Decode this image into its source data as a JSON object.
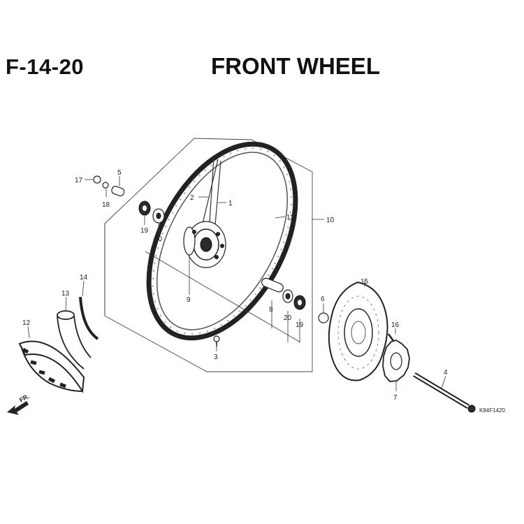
{
  "header": {
    "page_code": "F-14-20",
    "title": "FRONT WHEEL"
  },
  "callouts": [
    {
      "id": "17",
      "text": "17"
    },
    {
      "id": "5",
      "text": "5"
    },
    {
      "id": "18",
      "text": "18"
    },
    {
      "id": "2",
      "text": "2"
    },
    {
      "id": "1",
      "text": "1"
    },
    {
      "id": "11",
      "text": "11"
    },
    {
      "id": "10",
      "text": "10"
    },
    {
      "id": "19a",
      "text": "19"
    },
    {
      "id": "20a",
      "text": "20"
    },
    {
      "id": "9",
      "text": "9"
    },
    {
      "id": "14",
      "text": "14"
    },
    {
      "id": "13",
      "text": "13"
    },
    {
      "id": "12",
      "text": "12"
    },
    {
      "id": "8",
      "text": "8"
    },
    {
      "id": "20b",
      "text": "20"
    },
    {
      "id": "19b",
      "text": "19"
    },
    {
      "id": "6",
      "text": "6"
    },
    {
      "id": "3",
      "text": "3"
    },
    {
      "id": "15",
      "text": "15"
    },
    {
      "id": "16",
      "text": "16"
    },
    {
      "id": "7",
      "text": "7"
    },
    {
      "id": "4",
      "text": "4"
    }
  ],
  "direction_label": "FR.",
  "figure_code": "K84F1420",
  "colors": {
    "ink": "#222222",
    "background": "#ffffff"
  }
}
